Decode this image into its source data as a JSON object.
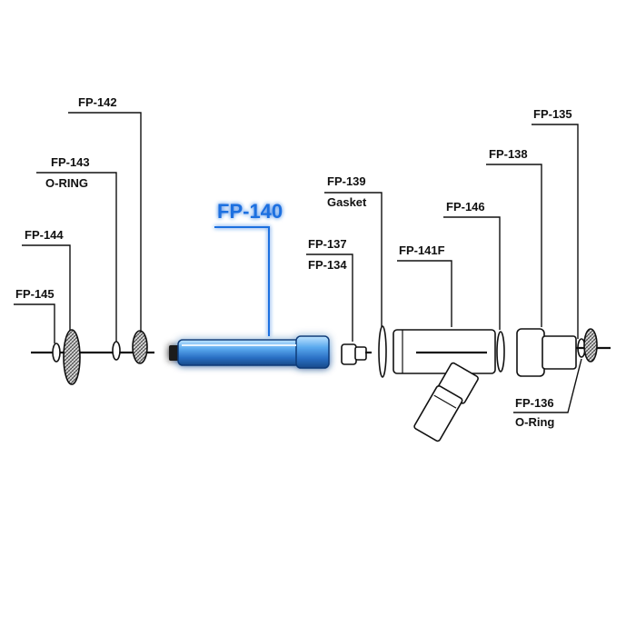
{
  "diagram": {
    "highlight_color": "#1f6fe0",
    "labels": {
      "fp142": "FP-142",
      "fp143": "FP-143",
      "oring_left": "O-RING",
      "fp144": "FP-144",
      "fp145": "FP-145",
      "fp140": "FP-140",
      "fp137": "FP-137",
      "fp134": "FP-134",
      "fp139": "FP-139",
      "gasket": "Gasket",
      "fp141f": "FP-141F",
      "fp146": "FP-146",
      "fp138": "FP-138",
      "fp135": "FP-135",
      "fp136": "FP-136",
      "oring_right": "O-Ring"
    }
  }
}
